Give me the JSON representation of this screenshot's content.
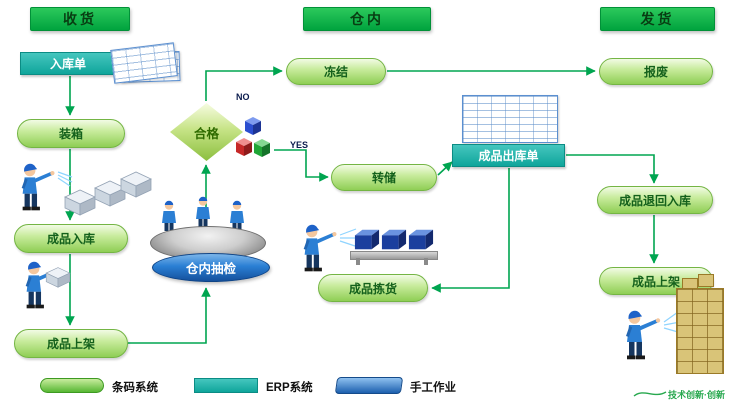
{
  "headers": {
    "receiving": "收货",
    "warehouse": "仓内",
    "shipping": "发货"
  },
  "nodes": {
    "inbound_order": "入库单",
    "packing": "装箱",
    "finished_inbound": "成品入库",
    "shelving_left": "成品上架",
    "qualified": "合格",
    "freeze": "冻结",
    "scrap": "报废",
    "transfer": "转储",
    "outbound_order": "成品出库单",
    "return_inbound": "成品退回入库",
    "shelving_right": "成品上架",
    "sampling": "仓内抽检",
    "picking": "成品拣货"
  },
  "branch_labels": {
    "no": "NO",
    "yes": "YES"
  },
  "legend": [
    {
      "key": "barcode",
      "label": "条码系统"
    },
    {
      "key": "erp",
      "label": "ERP系统"
    },
    {
      "key": "manual",
      "label": "手工作业"
    }
  ],
  "watermark": "技术创新·创新",
  "colors": {
    "header_green": "#00AC3E",
    "node_green": "#8FCE55",
    "erp_teal": "#10A59B",
    "manual_blue": "#2E75B6",
    "sampling_blue": "#2A7FD4",
    "arrow_green": "#00A550"
  }
}
